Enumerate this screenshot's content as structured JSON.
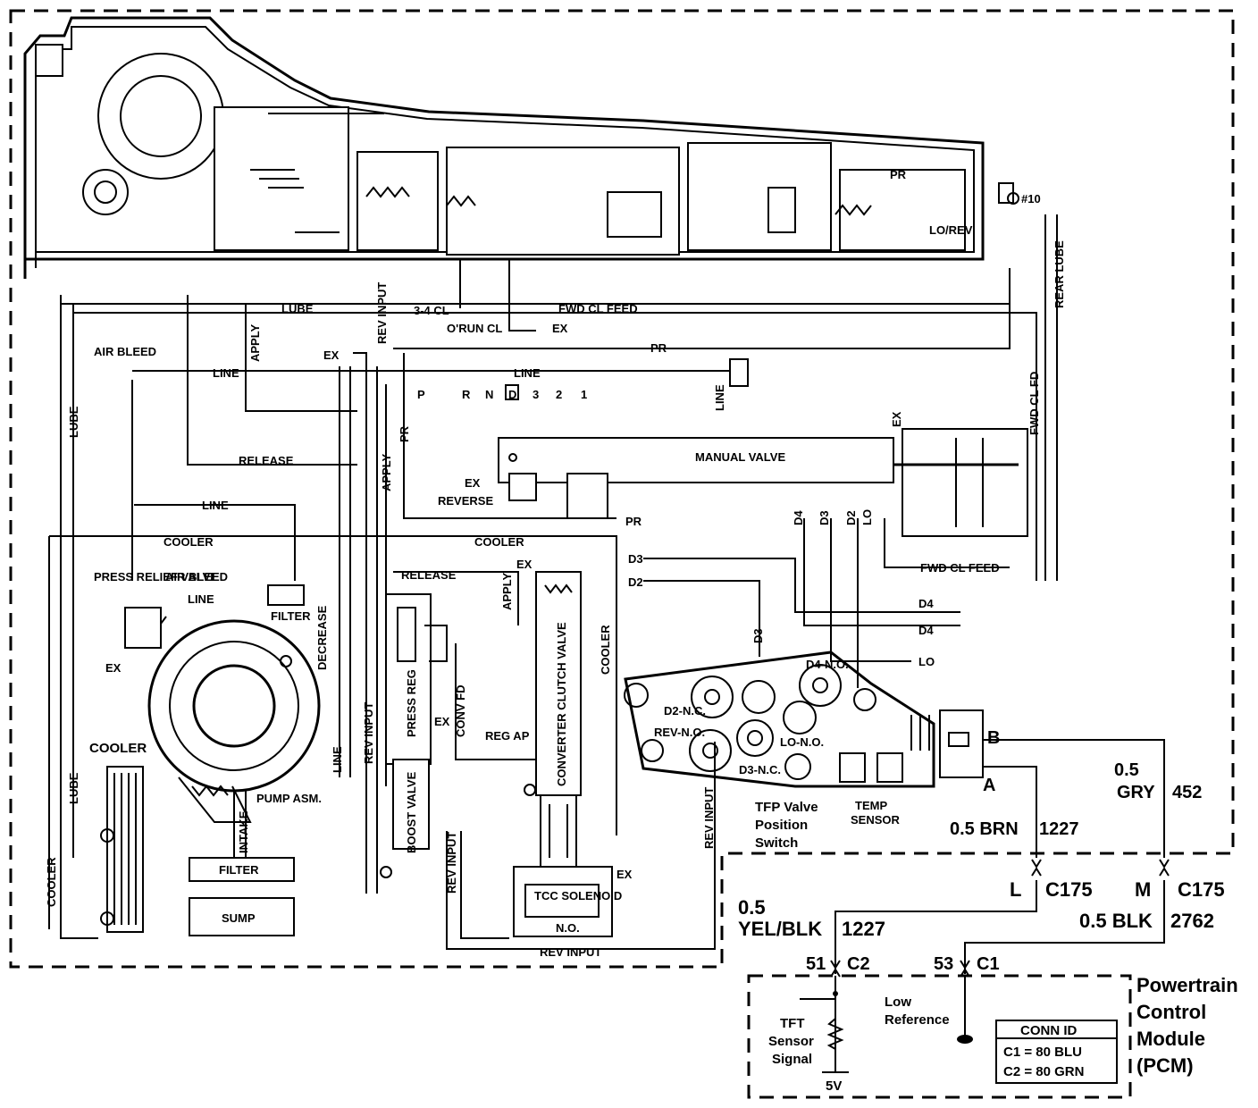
{
  "labels": {
    "lube": "LUBE",
    "apply": "APPLY",
    "rev_input": "REV INPUT",
    "pr": "PR",
    "lo_rev": "LO/REV",
    "number10": "#10",
    "rear_lube": "REAR LUBE",
    "cl_34": "3-4 CL",
    "fwd_cl_feed": "FWD CL FEED",
    "orun_cl": "O'RUN CL",
    "ex": "EX",
    "air_bleed": "AIR BLEED",
    "line": "LINE",
    "release": "RELEASE",
    "cooler": "COOLER",
    "manual_valve": "MANUAL VALVE",
    "reverse": "REVERSE",
    "d4": "D4",
    "d3": "D3",
    "d2": "D2",
    "lo": "LO",
    "fwd_cl_fd": "FWD CL FD",
    "press_relief_valve": "PRESS RELIEF VALVE",
    "filter": "FILTER",
    "decrease": "DECREASE",
    "press_reg": "PRESS REG",
    "conv_fd": "CONV FD",
    "converter_clutch_valve": "CONVERTER CLUTCH VALVE",
    "reg_ap": "REG AP",
    "d2_nc": "D2-N.C.",
    "d3_nc": "D3-N.C.",
    "d4_no": "D4-N.O.",
    "rev_no": "REV-N.O.",
    "lo_no": "LO-N.O.",
    "tfp_valve": "TFP Valve",
    "position": "Position",
    "switch": "Switch",
    "temp": "TEMP",
    "sensor": "SENSOR",
    "pump_asm": "PUMP ASM.",
    "intake": "INTAKE",
    "sump": "SUMP",
    "boost_valve": "BOOST VALVE",
    "tcc_solenoid": "TCC SOLENOID",
    "no": "N.O.",
    "gear_p": "P",
    "gear_r": "R",
    "gear_n": "N",
    "gear_d": "D",
    "gear_3": "3",
    "gear_2": "2",
    "gear_1": "1"
  },
  "wiring": {
    "pin_b": "B",
    "pin_a": "A",
    "wire_gry_gauge": "0.5",
    "wire_gry_color": "GRY",
    "wire_gry_circuit": "452",
    "wire_brn": "0.5 BRN",
    "wire_brn_circuit": "1227",
    "conn_l": "L",
    "conn_m": "M",
    "c175": "C175",
    "wire_yel_gauge": "0.5",
    "wire_yel_color": "YEL/BLK",
    "wire_yel_circuit": "1227",
    "wire_blk": "0.5 BLK",
    "wire_blk_circuit": "2762",
    "pin_51": "51",
    "c2": "C2",
    "pin_53": "53",
    "c1": "C1",
    "pcm_line1": "Powertrain",
    "pcm_line2": "Control",
    "pcm_line3": "Module",
    "pcm_line4": "(PCM)",
    "tft_line1": "TFT",
    "tft_line2": "Sensor",
    "tft_line3": "Signal",
    "low_ref_line1": "Low",
    "low_ref_line2": "Reference",
    "v5": "5V",
    "conn_id_title": "CONN ID",
    "conn_id_c1": "C1 = 80 BLU",
    "conn_id_c2": "C2 = 80 GRN"
  }
}
